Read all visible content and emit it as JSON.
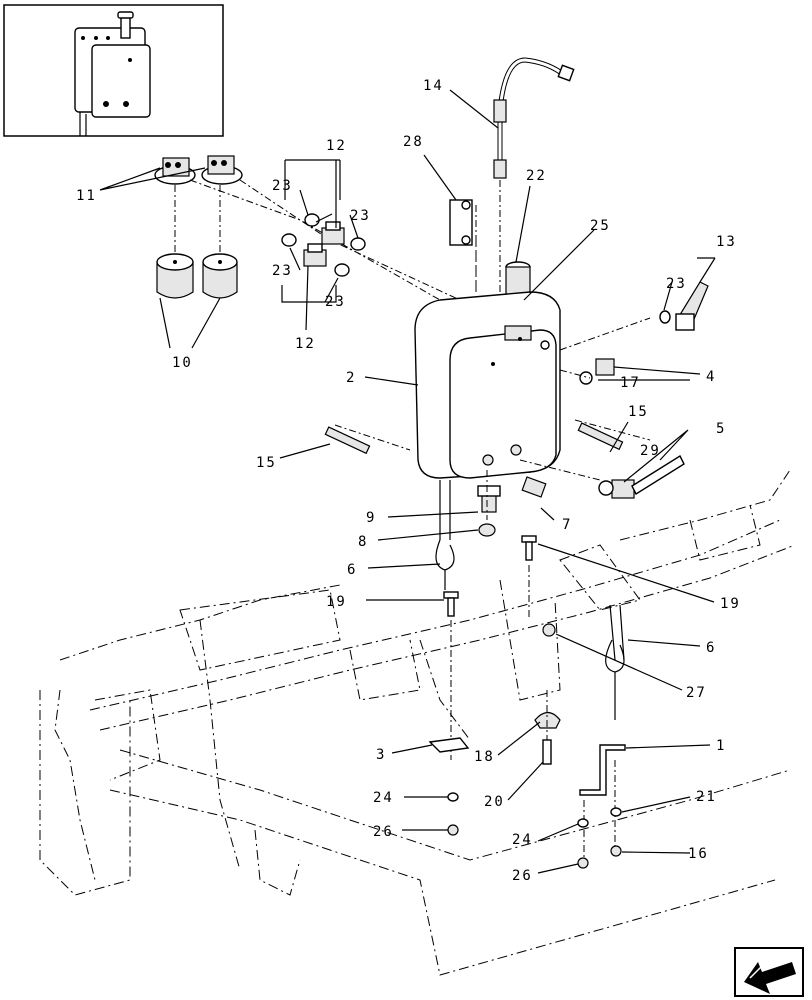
{
  "callouts": [
    {
      "id": "c1",
      "label": "1"
    },
    {
      "id": "c2",
      "label": "2"
    },
    {
      "id": "c3",
      "label": "3"
    },
    {
      "id": "c4",
      "label": "4"
    },
    {
      "id": "c5",
      "label": "5"
    },
    {
      "id": "c6a",
      "label": "6"
    },
    {
      "id": "c6b",
      "label": "6"
    },
    {
      "id": "c7",
      "label": "7"
    },
    {
      "id": "c8",
      "label": "8"
    },
    {
      "id": "c9",
      "label": "9"
    },
    {
      "id": "c10",
      "label": "10"
    },
    {
      "id": "c11",
      "label": "11"
    },
    {
      "id": "c12a",
      "label": "12"
    },
    {
      "id": "c12b",
      "label": "12"
    },
    {
      "id": "c13",
      "label": "13"
    },
    {
      "id": "c14",
      "label": "14"
    },
    {
      "id": "c15a",
      "label": "15"
    },
    {
      "id": "c15b",
      "label": "15"
    },
    {
      "id": "c16",
      "label": "16"
    },
    {
      "id": "c17",
      "label": "17"
    },
    {
      "id": "c18",
      "label": "18"
    },
    {
      "id": "c19a",
      "label": "19"
    },
    {
      "id": "c19b",
      "label": "19"
    },
    {
      "id": "c20",
      "label": "20"
    },
    {
      "id": "c21",
      "label": "21"
    },
    {
      "id": "c22",
      "label": "22"
    },
    {
      "id": "c23a",
      "label": "23"
    },
    {
      "id": "c23b",
      "label": "23"
    },
    {
      "id": "c23c",
      "label": "23"
    },
    {
      "id": "c23d",
      "label": "23"
    },
    {
      "id": "c23e",
      "label": "23"
    },
    {
      "id": "c24a",
      "label": "24"
    },
    {
      "id": "c24b",
      "label": "24"
    },
    {
      "id": "c25",
      "label": "25"
    },
    {
      "id": "c26a",
      "label": "26"
    },
    {
      "id": "c26b",
      "label": "26"
    },
    {
      "id": "c27",
      "label": "27"
    },
    {
      "id": "c28",
      "label": "28"
    },
    {
      "id": "c29",
      "label": "29"
    }
  ],
  "icons": {
    "nav_arrow": "previous-page-arrow-icon",
    "thumbnail": "assembly-thumbnail-icon"
  }
}
